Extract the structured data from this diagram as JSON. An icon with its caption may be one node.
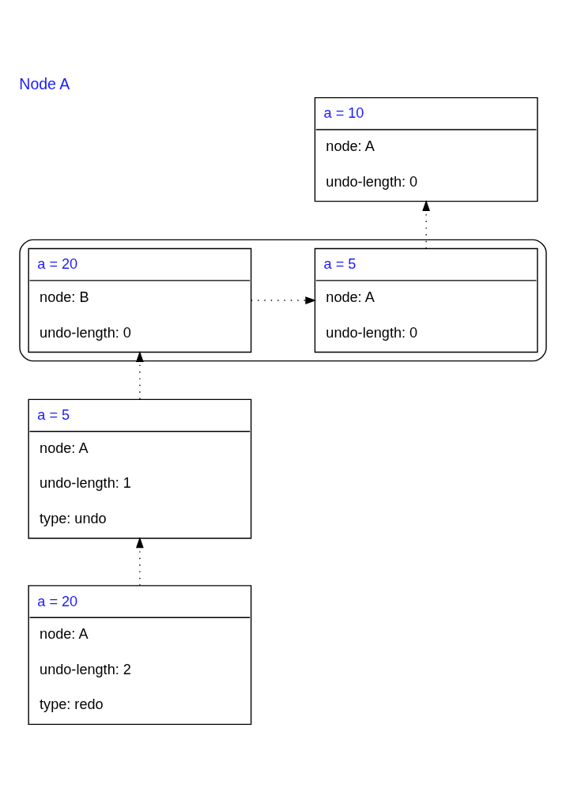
{
  "diagram": {
    "title": "Node A",
    "nodes": [
      {
        "text": [
          "a = 10",
          "node: A",
          "undo-length: 0"
        ]
      },
      {
        "text": [],
        "shape": "box"
      },
      {
        "text": [
          "a = 5",
          "node: A",
          "undo-length: 0"
        ],
        "in": 1
      },
      {
        "text": [
          "a = 20",
          "node: B",
          "undo-length: 0"
        ],
        "in": 1
      },
      {
        "text": [
          "a = 5",
          "node: A",
          "undo-length: 1",
          "type: undo"
        ]
      },
      {
        "text": [
          "a = 20",
          "node: A",
          "undo-length: 2",
          "type: redo"
        ]
      }
    ],
    "edges": [
      {
        "from": 2,
        "to": 0,
        "arrow": "to"
      },
      {
        "from": 3,
        "to": 2,
        "arrow": "to"
      },
      {
        "from": 4,
        "to": 3,
        "arrow": "to"
      },
      {
        "from": 5,
        "to": 4,
        "arrow": "to"
      }
    ]
  }
}
